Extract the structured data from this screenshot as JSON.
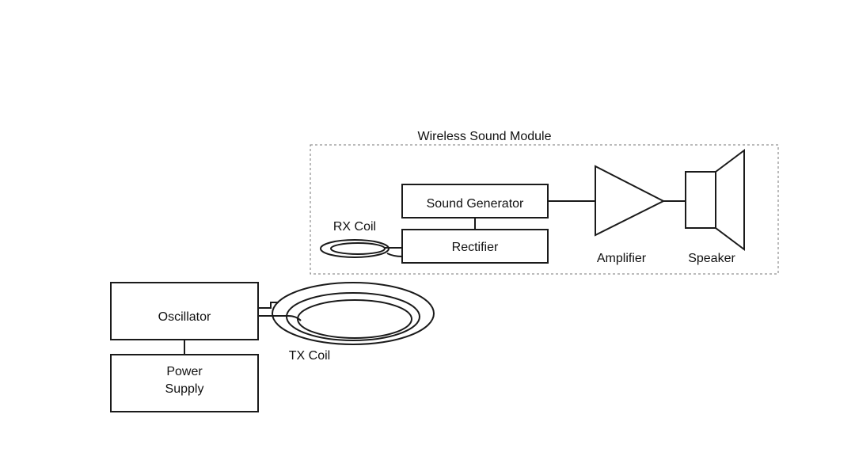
{
  "module": {
    "title": "Wireless Sound Module"
  },
  "blocks": {
    "sound_generator": "Sound Generator",
    "rectifier": "Rectifier",
    "oscillator": "Oscillator",
    "power_supply_line1": "Power",
    "power_supply_line2": "Supply"
  },
  "labels": {
    "rx_coil": "RX Coil",
    "tx_coil": "TX Coil",
    "amplifier": "Amplifier",
    "speaker": "Speaker"
  },
  "colors": {
    "stroke": "#1a1a1a",
    "module_border": "#777777",
    "background": "#ffffff"
  }
}
